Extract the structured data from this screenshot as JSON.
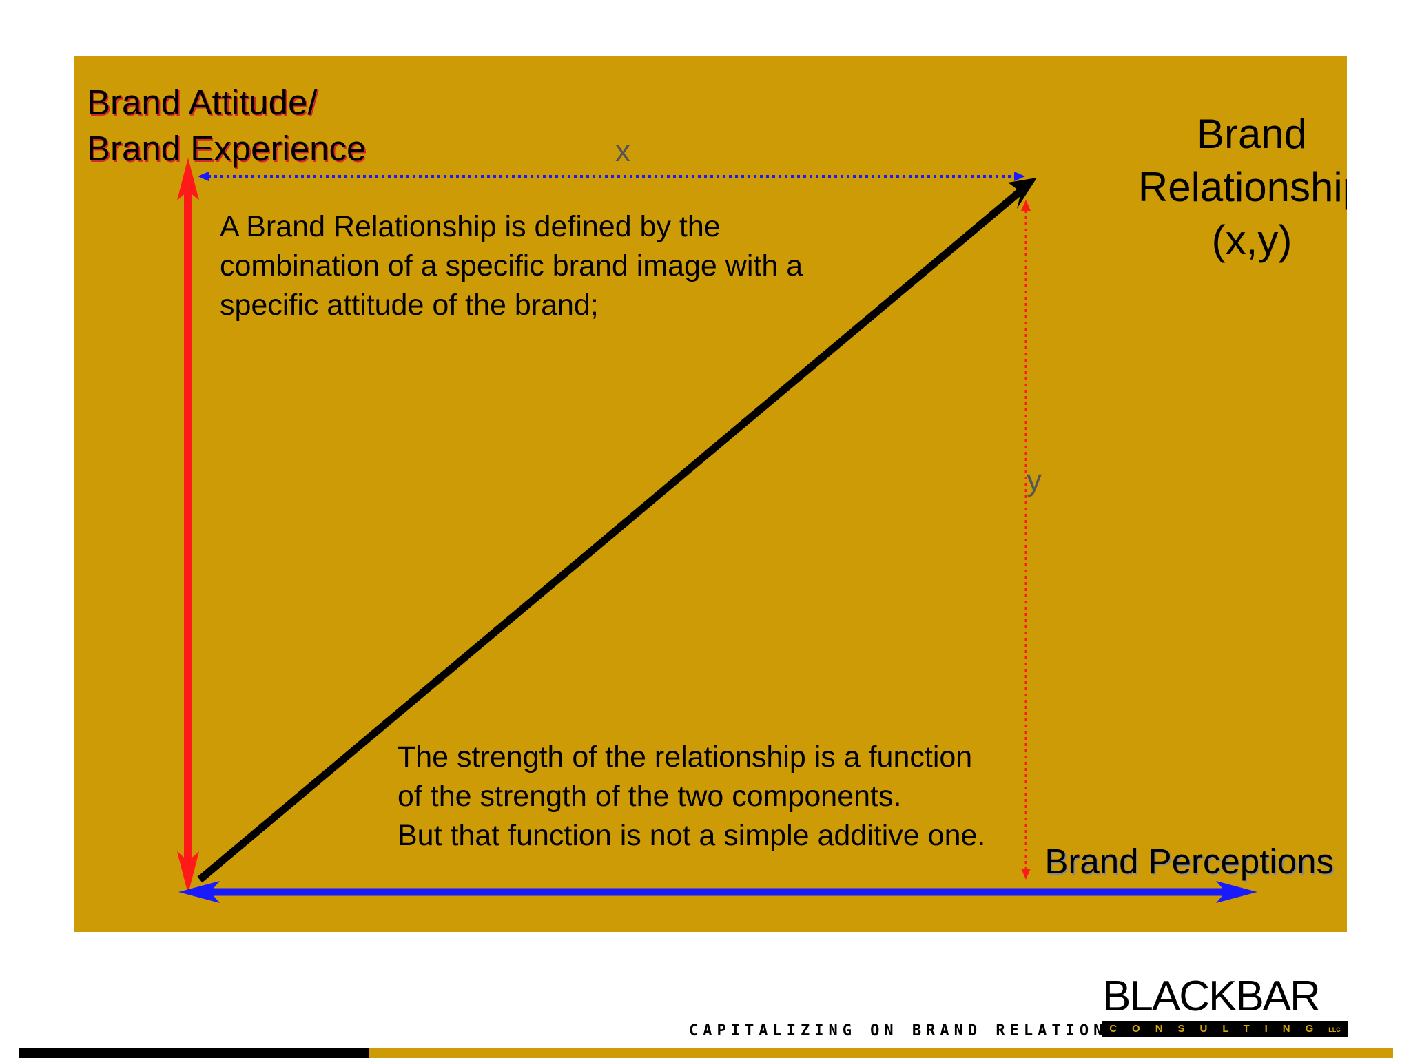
{
  "diagram": {
    "y_axis_title": "Brand Attitude/\nBrand Experience",
    "x_axis_title": "Brand Perceptions",
    "point_label": "Brand\nRelationship\n(x,y)",
    "x_label": "x",
    "y_label": "y",
    "paragraph_1": "A Brand Relationship is defined by the\ncombination of a specific  brand image with a\nspecific attitude of the brand;",
    "paragraph_2": "The strength of the relationship is a function\nof the strength of the two components.\nBut that function is not a simple additive one.",
    "colors": {
      "panel": "#cd9b06",
      "y_axis": "#ff1a1a",
      "x_axis": "#1a1aff",
      "vector": "#000000"
    }
  },
  "branding": {
    "tagline": "CAPITALIZING ON BRAND RELATIONSHIPS.",
    "logo_main": "BLACKBAR",
    "logo_sub": "CONSULTING",
    "logo_suffix": "LLC"
  }
}
